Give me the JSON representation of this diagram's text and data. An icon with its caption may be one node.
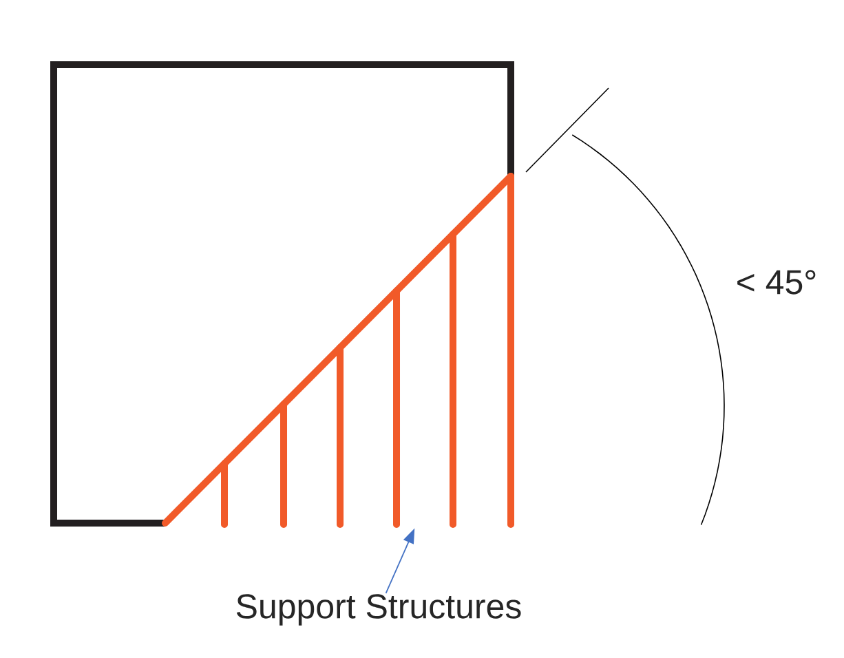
{
  "diagram": {
    "nodes": [
      {
        "text": [],
        "shape": "picture"
      },
      {
        "text": [
          "Support Structures"
        ]
      }
    ],
    "edges": [
      {
        "from": 1,
        "to": 0,
        "arrow": "to",
        "color": "#4472c4"
      }
    ],
    "labels": [
      "< 45°"
    ]
  }
}
